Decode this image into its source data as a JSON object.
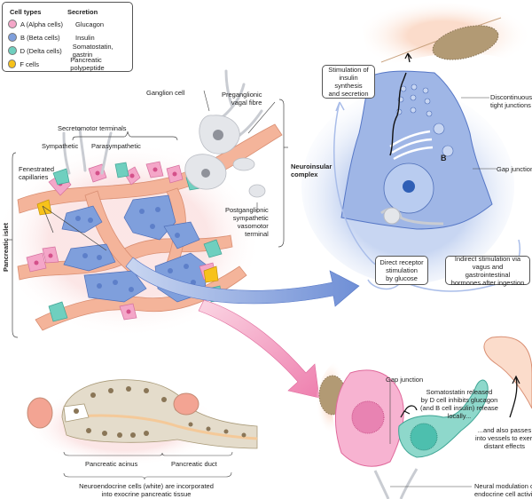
{
  "legend": {
    "header_cell": "Cell types",
    "header_secretion": "Secretion",
    "rows": [
      {
        "cell": "A (Alpha cells)",
        "secretion": "Glucagon",
        "color": "#f4a6c8"
      },
      {
        "cell": "B (Beta cells)",
        "secretion": "Insulin",
        "color": "#7f9fdc"
      },
      {
        "cell": "D (Delta cells)",
        "secretion": "Somatostatin, gastrin",
        "color": "#6fcfbf"
      },
      {
        "cell": "F cells",
        "secretion": "Pancreatic polypeptide",
        "color": "#f7c21a"
      }
    ]
  },
  "islet_labels": {
    "ganglion_cell": "Ganglion cell",
    "preganglionic": [
      "Preganglionic",
      "vagal fibre"
    ],
    "secretomotor": "Secretomotor terminals",
    "sympathetic": "Sympathetic",
    "parasympathetic": "Parasympathetic",
    "fenestrated": [
      "Fenestrated",
      "capillaries"
    ],
    "neuroinsular": [
      "Neuroinsular",
      "complex"
    ],
    "postganglionic": [
      "Postganglionic",
      "sympathetic",
      "vasomotor",
      "terminal"
    ],
    "pancreatic_islet": "Pancreatic islet"
  },
  "beta_cell_panel": {
    "stimulation_box": [
      "Stimulation of",
      "insulin synthesis",
      "and secretion"
    ],
    "tight_junctions": [
      "Discontinuous",
      "tight junctions"
    ],
    "gap_junction": "Gap junction",
    "cell_letter": "B",
    "direct_box": [
      "Direct receptor",
      "stimulation",
      "by glucose"
    ],
    "indirect_box": [
      "Indirect stimulation via",
      "vagus and gastrointestinal",
      "hormones after ingestion"
    ]
  },
  "acinus_labels": {
    "acinus": "Pancreatic acinus",
    "duct": "Pancreatic duct",
    "caption": [
      "Neuroendocrine cells (white) are incorporated",
      "into exocrine pancreatic tissue"
    ]
  },
  "delta_panel": {
    "gap_junction": "Gap junction",
    "somatostatin": [
      "Somatostatin released",
      "by D cell inhibits glucagon",
      "(and B cell insulin) release",
      "locally..."
    ],
    "passes": [
      "...and also passes",
      "into vessels to exert",
      "distant effects"
    ],
    "neural": [
      "Neural modulation of",
      "endocrine cell activity"
    ]
  },
  "colors": {
    "alpha": "#f4a6c8",
    "beta": "#7f9fdc",
    "delta": "#6fcfbf",
    "f_cell": "#f7c21a",
    "capillary": "#f4b49a",
    "nerve": "#e4e6ea",
    "acinar": "#e4dccb",
    "nucleus": "#8a7657"
  }
}
